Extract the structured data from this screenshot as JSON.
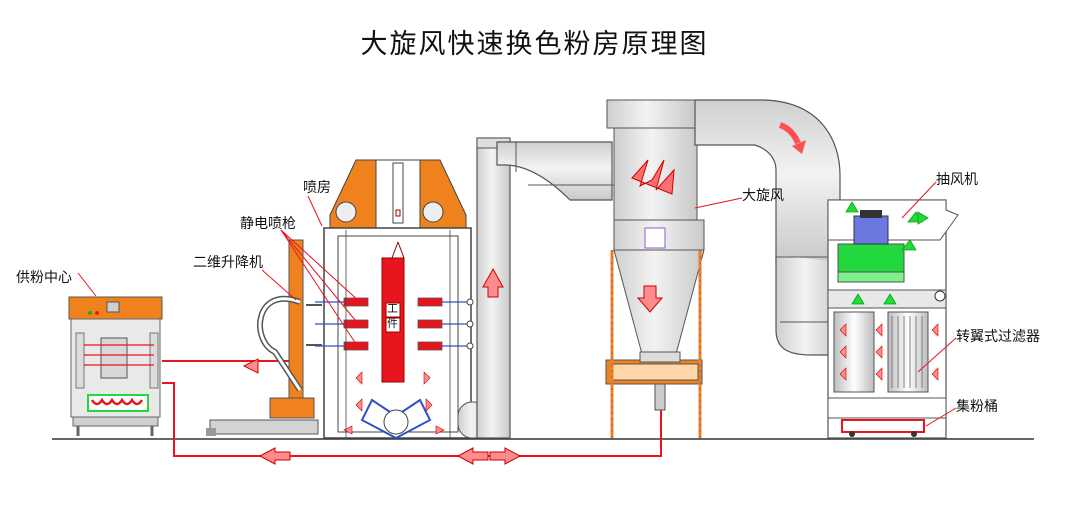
{
  "title": "大旋风快速换色粉房原理图",
  "labels": {
    "powder_center": "供粉中心",
    "lift": "二维升降机",
    "gun": "静电喷枪",
    "booth": "喷房",
    "cyclone": "大旋风",
    "fan": "抽风机",
    "filter": "转翼式过滤器",
    "bucket": "集粉桶",
    "workpiece_1": "工",
    "workpiece_2": "件"
  },
  "colors": {
    "orange": "#F0821E",
    "red_pipe": "#E8141E",
    "duct_fill": "#E6E6E6",
    "green": "#22D83C",
    "flow_arrow": "#FF7070"
  }
}
